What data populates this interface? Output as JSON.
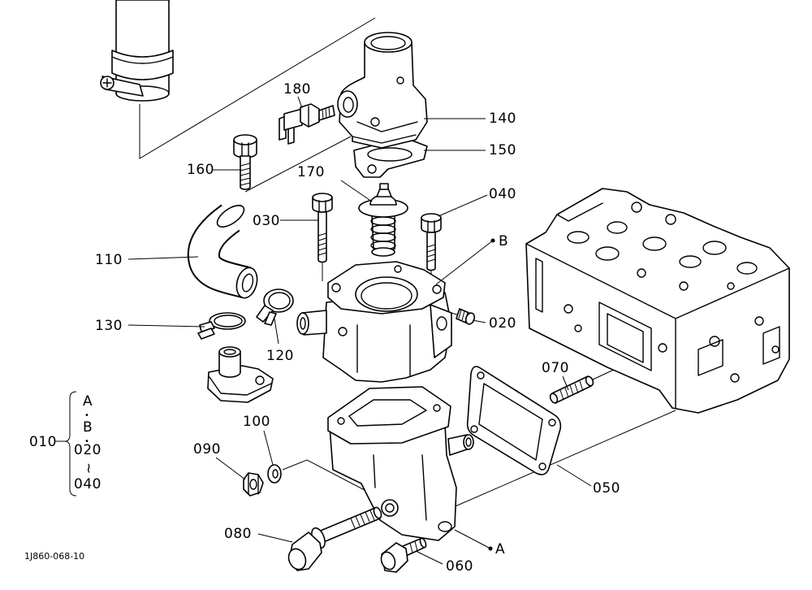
{
  "drawing": {
    "figure_code": "1J860-068-10",
    "callouts": {
      "p180": "180",
      "p140": "140",
      "p150": "150",
      "p160": "160",
      "p170": "170",
      "p040": "040",
      "p030": "030",
      "p110": "110",
      "p020": "020",
      "p130": "130",
      "p120": "120",
      "p070": "070",
      "p100": "100",
      "p090": "090",
      "p050": "050",
      "p080": "080",
      "p060": "060"
    },
    "reference_points": {
      "a": "A",
      "b": "B"
    },
    "assembly_legend": {
      "number": "010",
      "line1": "A",
      "sep1": "•",
      "line2": "B",
      "sep2": "•",
      "line3": "020",
      "range": "~",
      "line4": "040"
    }
  }
}
